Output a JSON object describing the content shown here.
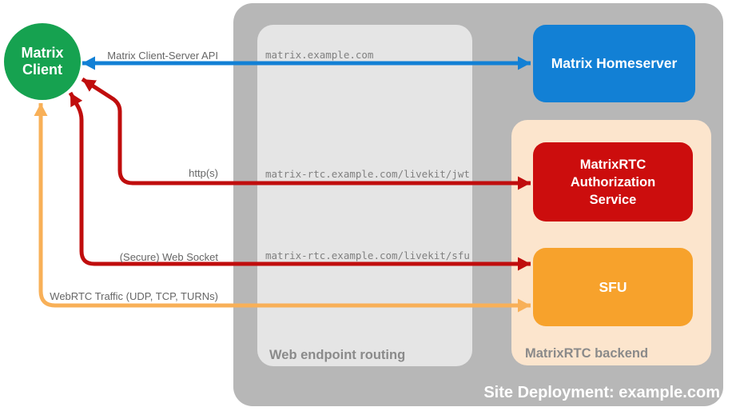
{
  "colors": {
    "client_green": "#16a250",
    "homeserver_blue": "#1280d5",
    "auth_red": "#cc0d0d",
    "sfu_orange": "#f7a22c",
    "backend_peach": "#fce5cd",
    "site_gray": "#b7b7b7",
    "routing_gray": "#e5e5e5",
    "arrow_blue": "#1280d5",
    "arrow_red": "#c00d0d",
    "arrow_orange": "#f8b058",
    "label_gray": "#666666",
    "endpoint_gray": "#808080",
    "caption_gray": "#8a8a8a"
  },
  "nodes": {
    "matrix_client": {
      "label": "Matrix Client",
      "shape": "circle"
    },
    "matrix_homeserver": {
      "label": "Matrix Homeserver"
    },
    "matrixrtc_authorization_service": {
      "label": "MatrixRTC Authorization Service"
    },
    "sfu": {
      "label": "SFU"
    }
  },
  "containers": {
    "site_deployment": {
      "label": "Site Deployment: example.com"
    },
    "web_endpoint_routing": {
      "label": "Web endpoint routing"
    },
    "matrixrtc_backend": {
      "label": "MatrixRTC backend"
    }
  },
  "connections": [
    {
      "label": "Matrix Client-Server API",
      "endpoint": "matrix.example.com",
      "from": "Matrix Client",
      "to": "Matrix Homeserver",
      "style": "blue",
      "bidirectional": true
    },
    {
      "label": "http(s)",
      "endpoint": "matrix-rtc.example.com/livekit/jwt",
      "from": "Matrix Client",
      "to": "MatrixRTC Authorization Service",
      "style": "red",
      "bidirectional": true
    },
    {
      "label": "(Secure) Web Socket",
      "endpoint": "matrix-rtc.example.com/livekit/sfu",
      "from": "Matrix Client",
      "to": "SFU",
      "style": "red",
      "bidirectional": true
    },
    {
      "label": "WebRTC Traffic (UDP, TCP, TURNs)",
      "from": "Matrix Client",
      "to": "SFU",
      "style": "orange",
      "bidirectional": true
    }
  ]
}
